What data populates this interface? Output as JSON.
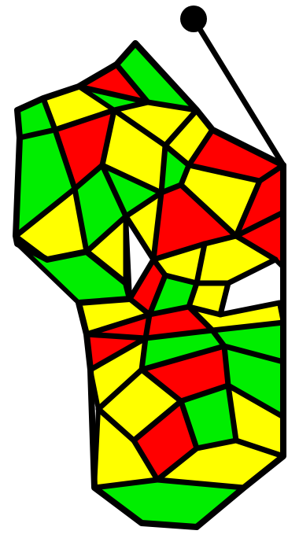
{
  "puzzle": {
    "colors": {
      "red": "#ff0000",
      "yellow": "#ffff00",
      "green": "#00ee00",
      "line": "#000000",
      "background": "#ffffff"
    },
    "pieces": [
      {
        "color": "red"
      },
      {
        "color": "green"
      },
      {
        "color": "yellow"
      },
      {
        "color": "green"
      },
      {
        "color": "green"
      },
      {
        "color": "yellow"
      },
      {
        "color": "green"
      },
      {
        "color": "red"
      },
      {
        "color": "yellow"
      },
      {
        "color": "green"
      },
      {
        "color": "yellow"
      },
      {
        "color": "green"
      },
      {
        "color": "green"
      },
      {
        "color": "yellow"
      },
      {
        "color": "yellow"
      },
      {
        "color": "green"
      },
      {
        "color": "yellow"
      },
      {
        "color": "red"
      },
      {
        "color": "yellow"
      },
      {
        "color": "red"
      },
      {
        "color": "red"
      },
      {
        "color": "yellow"
      },
      {
        "color": "yellow"
      },
      {
        "color": "red"
      },
      {
        "color": "red"
      },
      {
        "color": "yellow"
      },
      {
        "color": "green"
      },
      {
        "color": "yellow"
      },
      {
        "color": "red"
      },
      {
        "color": "red"
      },
      {
        "color": "yellow"
      },
      {
        "color": "green"
      },
      {
        "color": "yellow"
      },
      {
        "color": "green"
      },
      {
        "color": "red"
      },
      {
        "color": "green"
      },
      {
        "color": "yellow"
      },
      {
        "color": "green"
      },
      {
        "color": "yellow"
      },
      {
        "color": "red"
      },
      {
        "color": "yellow"
      },
      {
        "color": "yellow"
      },
      {
        "color": "green"
      }
    ]
  }
}
